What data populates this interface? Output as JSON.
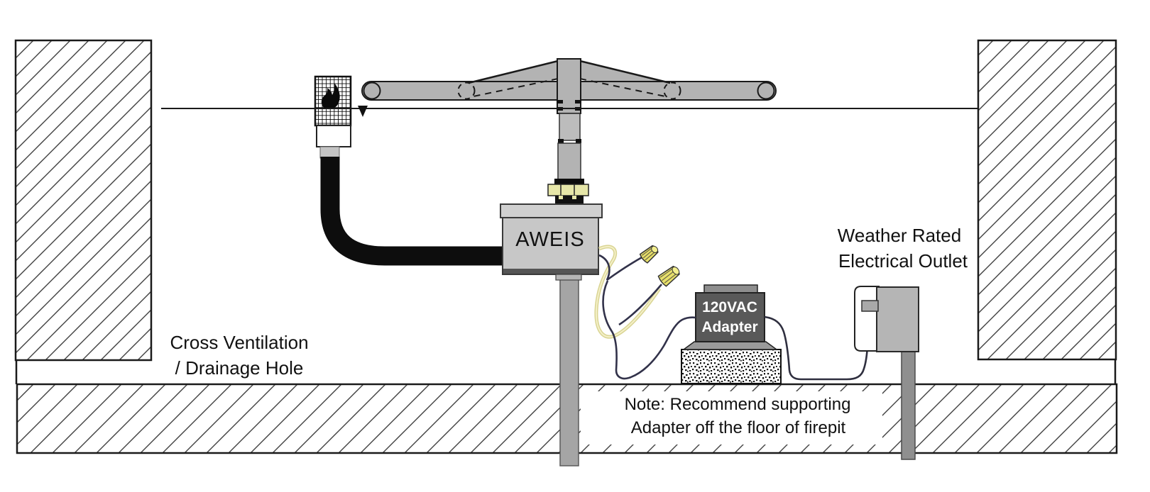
{
  "diagram": {
    "type": "firepit-ignition-system-installation-diagram",
    "labels": {
      "vent": {
        "line1": "Cross Ventilation",
        "line2": "/ Drainage Hole"
      },
      "aweis": "AWEIS",
      "adapter": {
        "line1": "120VAC",
        "line2": "Adapter"
      },
      "outlet": {
        "line1": "Weather Rated",
        "line2": "Electrical Outlet"
      },
      "note": {
        "line1": "Note: Recommend supporting",
        "line2": "Adapter off the floor of firepit"
      }
    },
    "colors": {
      "outline": "#1a1a1a",
      "metal_gray": "#b3b3b3",
      "box_gray": "#c7c7c7",
      "adapter_dark": "#595959",
      "adapter_text": "#ffffff",
      "hose_black": "#0d0d0d",
      "wire_nut_yellow": "#e7e06a",
      "brass_yellow": "#e6e6a8",
      "cream_wire": "#e9e4ab",
      "dark_wire": "#32324a",
      "post_gray": "#a5a5a5",
      "outlet_gray": "#b5b5b5"
    },
    "icons": [
      "pilot-flame-icon",
      "level-arrow-icon",
      "wire-nut-icon"
    ]
  }
}
